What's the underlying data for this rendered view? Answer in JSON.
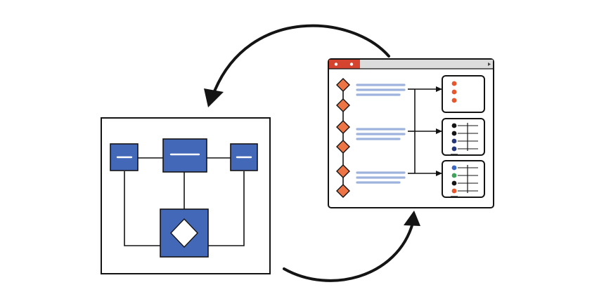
{
  "colors": {
    "ink": "#141414",
    "block_blue": "#4468b8",
    "diamond_orange": "#ec7445",
    "text_line_blue": "#9db3de",
    "titlebar_red": "#d4442e",
    "titlebar_gray": "#dcdcdc",
    "dot_orange": "#e8562d",
    "dot_green": "#3fa25a",
    "dot_blue": "#3a66c4",
    "dot_navy": "#25367a",
    "dot_black": "#151515"
  },
  "icons": {
    "cycle_top": "curved-arrow-icon",
    "cycle_bottom": "curved-arrow-icon",
    "process_node": "diamond-icon"
  },
  "diagram": {
    "left_panel": {
      "kind": "block-diagram",
      "top_blocks": 3,
      "decision_blocks": 1
    },
    "right_panel": {
      "kind": "app-window",
      "process_steps": 6,
      "text_groups": 3,
      "lines_per_group": 3,
      "output_cards": [
        {
          "name": "plain-list",
          "dots": [
            "dot_orange",
            "dot_orange",
            "dot_orange"
          ],
          "lined": false
        },
        {
          "name": "lined-list-black",
          "dots": [
            "dot_black",
            "dot_black",
            "dot_navy",
            "dot_navy"
          ],
          "lined": true
        },
        {
          "name": "lined-list-mixed",
          "dots": [
            "dot_blue",
            "dot_green",
            "dot_black",
            "dot_orange"
          ],
          "lined": true
        }
      ]
    }
  }
}
